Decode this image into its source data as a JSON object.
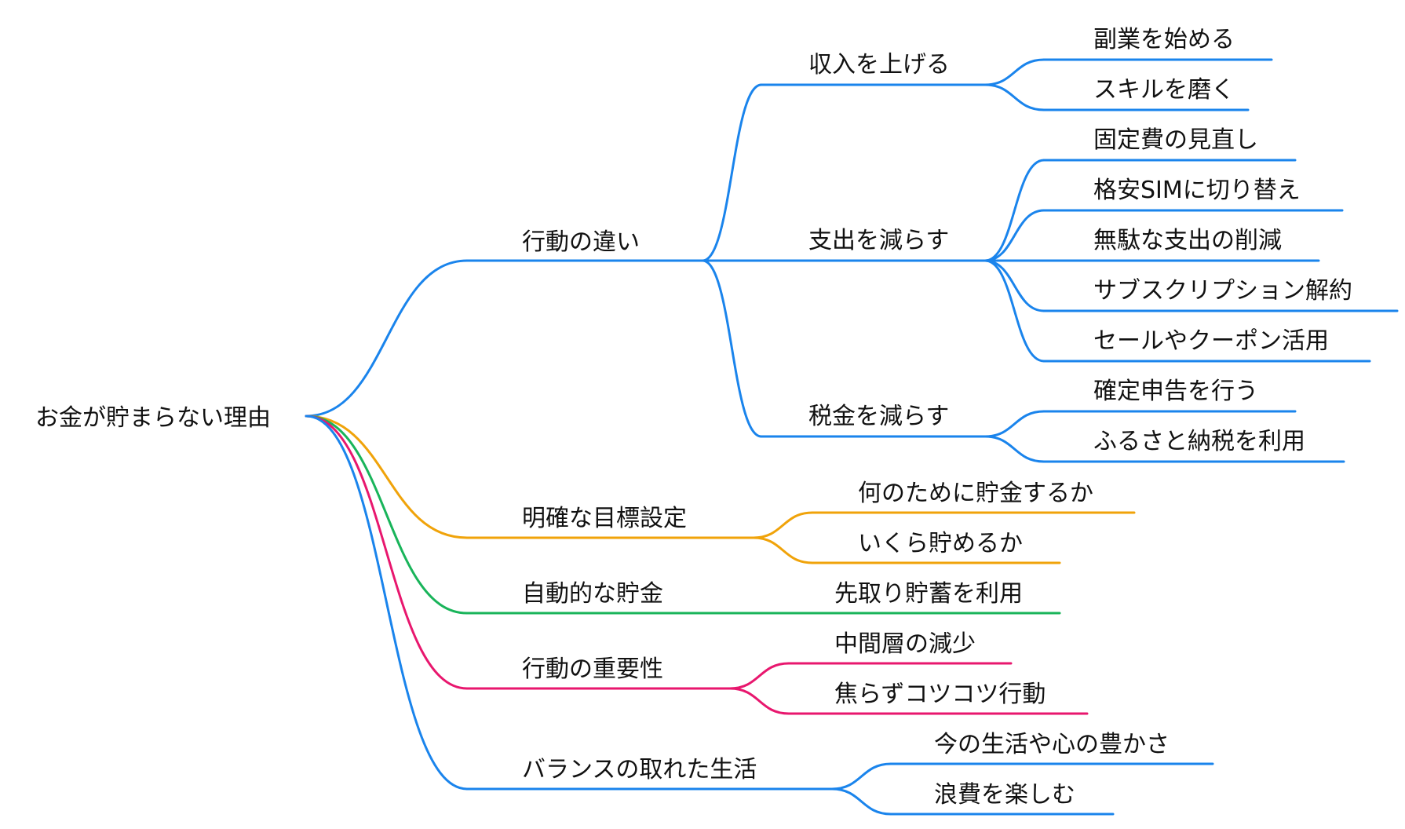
{
  "root": {
    "label": "お金が貯まらない理由"
  },
  "colors": {
    "blue": "#1a84ec",
    "orange": "#f0a30a",
    "green": "#19b45a",
    "pink": "#e8176e"
  },
  "branches": [
    {
      "label": "行動の違い",
      "color": "blue",
      "children": [
        {
          "label": "収入を上げる",
          "children": [
            "副業を始める",
            "スキルを磨く"
          ]
        },
        {
          "label": "支出を減らす",
          "children": [
            "固定費の見直し",
            "格安SIMに切り替え",
            "無駄な支出の削減",
            "サブスクリプション解約",
            "セールやクーポン活用"
          ]
        },
        {
          "label": "税金を減らす",
          "children": [
            "確定申告を行う",
            "ふるさと納税を利用"
          ]
        }
      ]
    },
    {
      "label": "明確な目標設定",
      "color": "orange",
      "children": [
        "何のために貯金するか",
        "いくら貯めるか"
      ]
    },
    {
      "label": "自動的な貯金",
      "color": "green",
      "children": [
        "先取り貯蓄を利用"
      ]
    },
    {
      "label": "行動の重要性",
      "color": "pink",
      "children": [
        "中間層の減少",
        "焦らずコツコツ行動"
      ]
    },
    {
      "label": "バランスの取れた生活",
      "color": "blue",
      "children": [
        "今の生活や心の豊かさ",
        "浪費を楽しむ"
      ]
    }
  ]
}
